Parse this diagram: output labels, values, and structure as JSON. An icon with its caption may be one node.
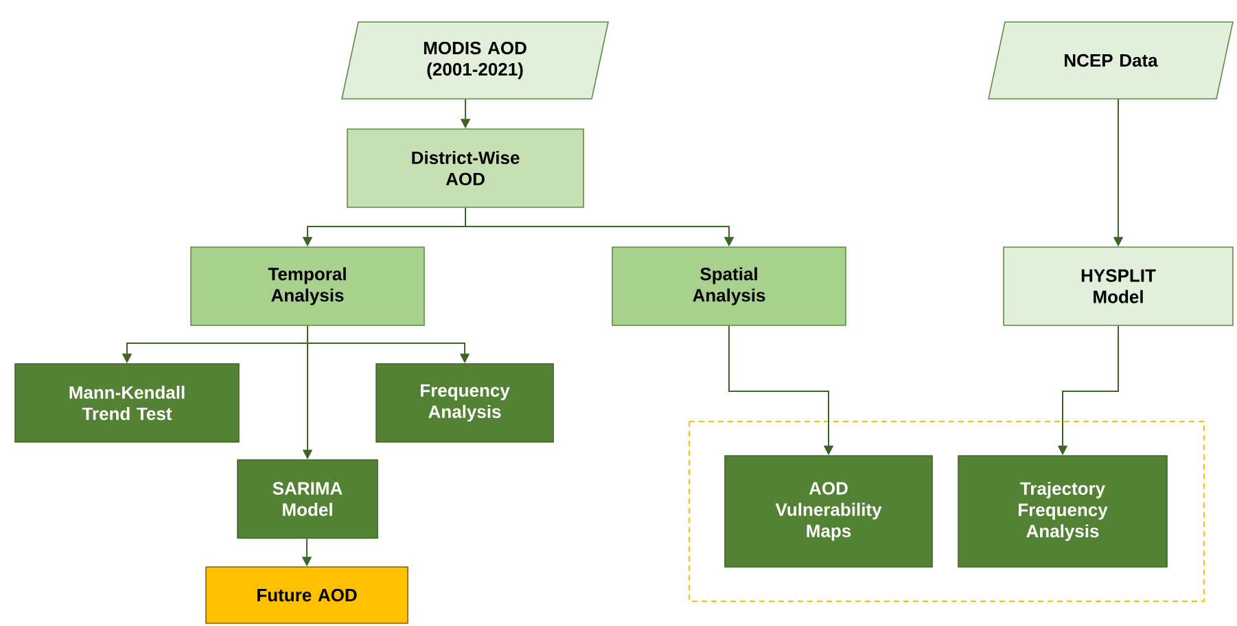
{
  "diagram": {
    "nodes": [
      {
        "text": [
          "MODIS AOD (2001-2021)"
        ]
      },
      {
        "text": [
          "NCEP Data"
        ]
      },
      {
        "text": [
          "District-Wise AOD"
        ]
      },
      {
        "text": [
          "Temporal Analysis"
        ]
      },
      {
        "text": [
          "Spatial Analysis"
        ]
      },
      {
        "text": [
          "HYSPLIT Model"
        ]
      },
      {
        "text": [
          "Mann-Kendall Trend Test"
        ]
      },
      {
        "text": [
          "Frequency Analysis"
        ]
      },
      {
        "text": [
          "SARIMA Model"
        ]
      },
      {
        "text": [
          "Future AOD"
        ]
      },
      {
        "text": [],
        "shape": "box"
      },
      {
        "text": [
          "AOD Vulnerability Maps"
        ],
        "in": 10
      },
      {
        "text": [
          "Trajectory Frequency Analysis"
        ],
        "in": 10
      }
    ],
    "edges": [
      {
        "from": 0,
        "to": 2,
        "arrow": "to"
      },
      {
        "from": 2,
        "to": 3,
        "arrow": "to"
      },
      {
        "from": 2,
        "to": 4,
        "arrow": "to"
      },
      {
        "from": 1,
        "to": 5,
        "arrow": "to"
      },
      {
        "from": 3,
        "to": 6,
        "arrow": "to"
      },
      {
        "from": 3,
        "to": 7,
        "arrow": "to"
      },
      {
        "from": 3,
        "to": 8,
        "arrow": "to"
      },
      {
        "from": 8,
        "to": 9,
        "arrow": "to"
      },
      {
        "from": 4,
        "to": 11,
        "arrow": "to"
      },
      {
        "from": 5,
        "to": 12,
        "arrow": "to"
      }
    ]
  }
}
